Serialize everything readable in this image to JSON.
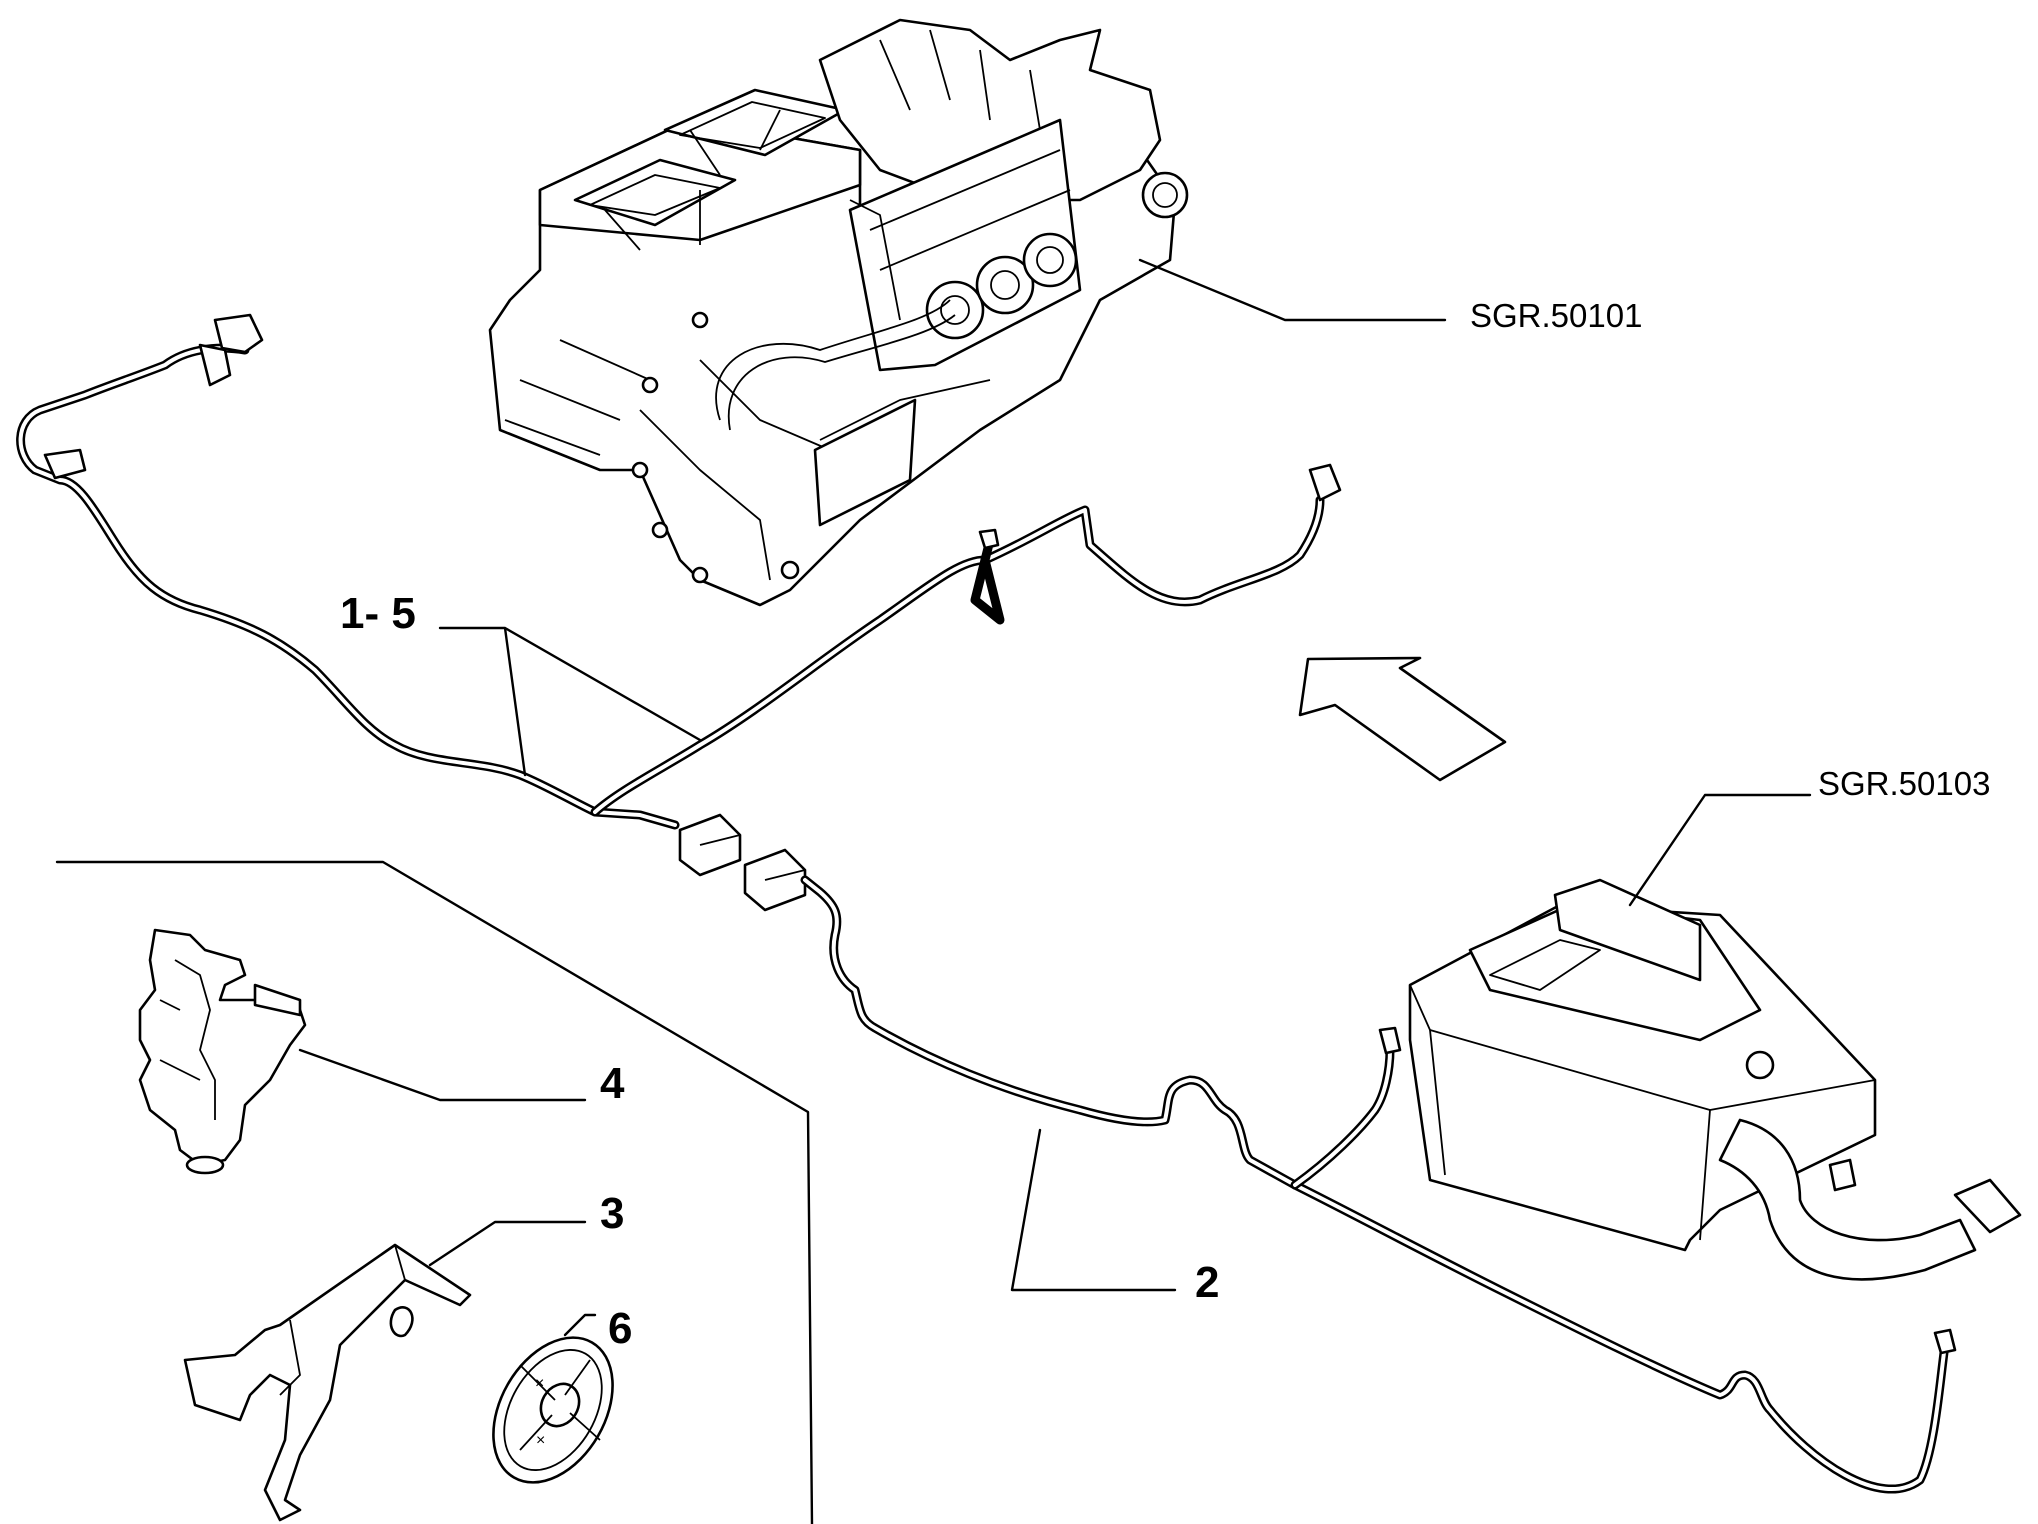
{
  "diagram": {
    "refs": {
      "heater_unit": "SGR.50101",
      "battery_unit": "SGR.50103"
    },
    "callouts": {
      "harness_main": "1- 5",
      "harness_rear": "2",
      "bracket": "3",
      "clip": "4",
      "grommet": "6"
    },
    "direction_arrow": "front-direction-arrow"
  }
}
